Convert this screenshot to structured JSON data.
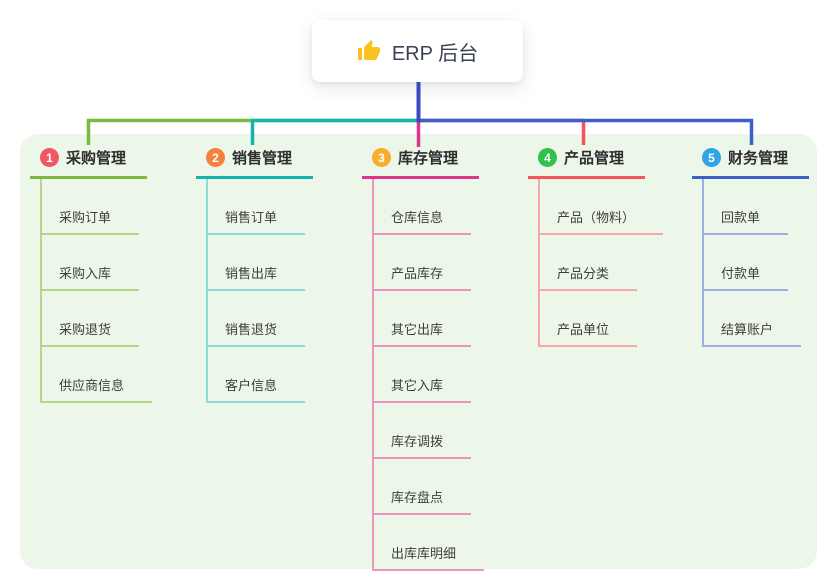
{
  "root": {
    "label": "ERP 后台",
    "icon": "thumbs-up",
    "icon_color": "#f7c31c",
    "stem_color": "#3b4ac6"
  },
  "panel": {
    "bg_color": "#edf7e9"
  },
  "branches": [
    {
      "number": "1",
      "label": "采购管理",
      "badge_color": "#ef5765",
      "line_color": "#7cb93e",
      "light_color": "#b3d887",
      "children": [
        "采购订单",
        "采购入库",
        "采购退货",
        "供应商信息"
      ]
    },
    {
      "number": "2",
      "label": "销售管理",
      "badge_color": "#f5813a",
      "line_color": "#14b3ab",
      "light_color": "#8adcd4",
      "children": [
        "销售订单",
        "销售出库",
        "销售退货",
        "客户信息"
      ]
    },
    {
      "number": "3",
      "label": "库存管理",
      "badge_color": "#f7ae2b",
      "line_color": "#d93690",
      "light_color": "#f193c0",
      "children": [
        "仓库信息",
        "产品库存",
        "其它出库",
        "其它入库",
        "库存调拨",
        "库存盘点",
        "出库库明细"
      ]
    },
    {
      "number": "4",
      "label": "产品管理",
      "badge_color": "#33c14d",
      "line_color": "#f25460",
      "light_color": "#f7a6a9",
      "children": [
        "产品（物料）",
        "产品分类",
        "产品单位"
      ]
    },
    {
      "number": "5",
      "label": "财务管理",
      "badge_color": "#31a3e8",
      "line_color": "#3f5fc8",
      "light_color": "#9cafe2",
      "children": [
        "回款单",
        "付款单",
        "结算账户"
      ]
    }
  ]
}
